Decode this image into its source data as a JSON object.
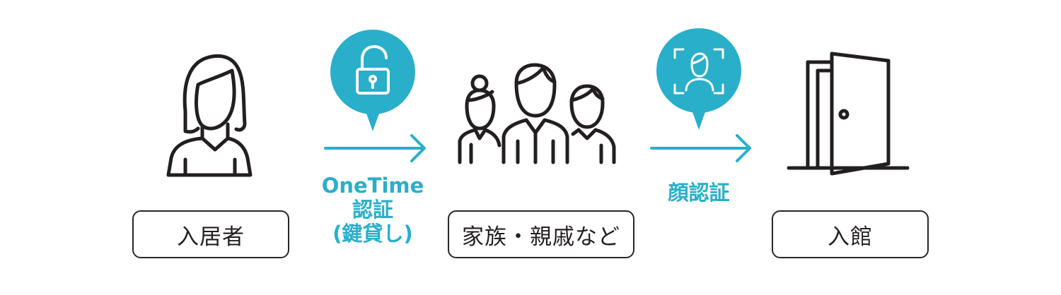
{
  "colors": {
    "accent": "#29afca",
    "ink": "#231f20",
    "background": "#ffffff"
  },
  "steps": [
    {
      "id": "resident",
      "label": "入居者",
      "icon": "woman-person-icon"
    },
    {
      "id": "family",
      "label": "家族・親戚など",
      "icon": "family-group-icon"
    },
    {
      "id": "entrance",
      "label": "入館",
      "icon": "open-door-icon"
    }
  ],
  "transitions": [
    {
      "icon": "unlock-padlock-icon",
      "lines": [
        "OneTime",
        "認証",
        "(鍵貸し)"
      ]
    },
    {
      "icon": "face-scan-icon",
      "lines": [
        "顔認証"
      ]
    }
  ]
}
